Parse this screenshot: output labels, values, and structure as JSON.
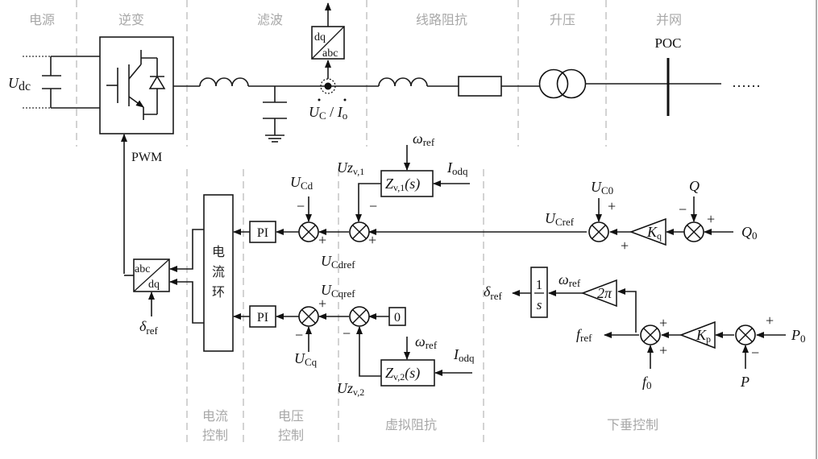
{
  "sections_top": [
    "电源",
    "逆变",
    "滤波",
    "线路阻抗",
    "升压",
    "并网"
  ],
  "sections_bottom": [
    "电流\n控制",
    "电压\n控制",
    "虚拟阻抗",
    "下垂控制"
  ],
  "sections_bottom_lines": {
    "current": [
      "电流",
      "控制"
    ],
    "voltage": [
      "电压",
      "控制"
    ],
    "virtual": [
      "虚拟阻抗"
    ],
    "droop": [
      "下垂控制"
    ]
  },
  "power": {
    "udc_main": "U",
    "udc_sub": "dc",
    "pwm": "PWM",
    "poc": "POC",
    "continuation": "……",
    "measure_uc": "U",
    "measure_uc_sub": "C",
    "measure_sep": " / ",
    "measure_io": "I",
    "measure_io_sub": "o",
    "dq_top": "dq",
    "dq_bottom": "abc"
  },
  "current_loop": {
    "label_chars": [
      "电",
      "流",
      "环"
    ],
    "abc_top": "abc",
    "abc_bottom": "dq",
    "delta_ref": "δ",
    "delta_ref_sub": "ref"
  },
  "voltage_loop": {
    "pi_label": "PI",
    "ucd": "U",
    "ucd_sub": "Cd",
    "ucq": "U",
    "ucq_sub": "Cq",
    "ucdref": "U",
    "ucdref_sub": "Cdref",
    "ucqref": "U",
    "ucqref_sub": "Cqref",
    "minus": "−",
    "plus": "+"
  },
  "virtual_impedance": {
    "z1_label": "Z",
    "z1_sub": "v,1",
    "z1_tail": "(s)",
    "z2_label": "Z",
    "z2_sub": "v,2",
    "z2_tail": "(s)",
    "uz1": "Uz",
    "uz1_sub": "v,1",
    "uz2": "Uz",
    "uz2_sub": "v,2",
    "omega": "ω",
    "omega_sub": "ref",
    "iodq": "I",
    "iodq_sub": "odq",
    "zero_block": "0"
  },
  "droop": {
    "uc0": "U",
    "uc0_sub": "C0",
    "ucref": "U",
    "ucref_sub": "Cref",
    "q": "Q",
    "q0": "Q",
    "q0_sub": "0",
    "kq": "K",
    "kq_sub": "q",
    "kp": "K",
    "kp_sub": "p",
    "p": "P",
    "p0": "P",
    "p0_sub": "0",
    "f0": "f",
    "f0_sub": "0",
    "fref": "f",
    "fref_sub": "ref",
    "two_pi": "2π",
    "omega": "ω",
    "omega_sub": "ref",
    "integ_num": "1",
    "integ_den": "s",
    "delta": "δ",
    "delta_sub": "ref"
  }
}
